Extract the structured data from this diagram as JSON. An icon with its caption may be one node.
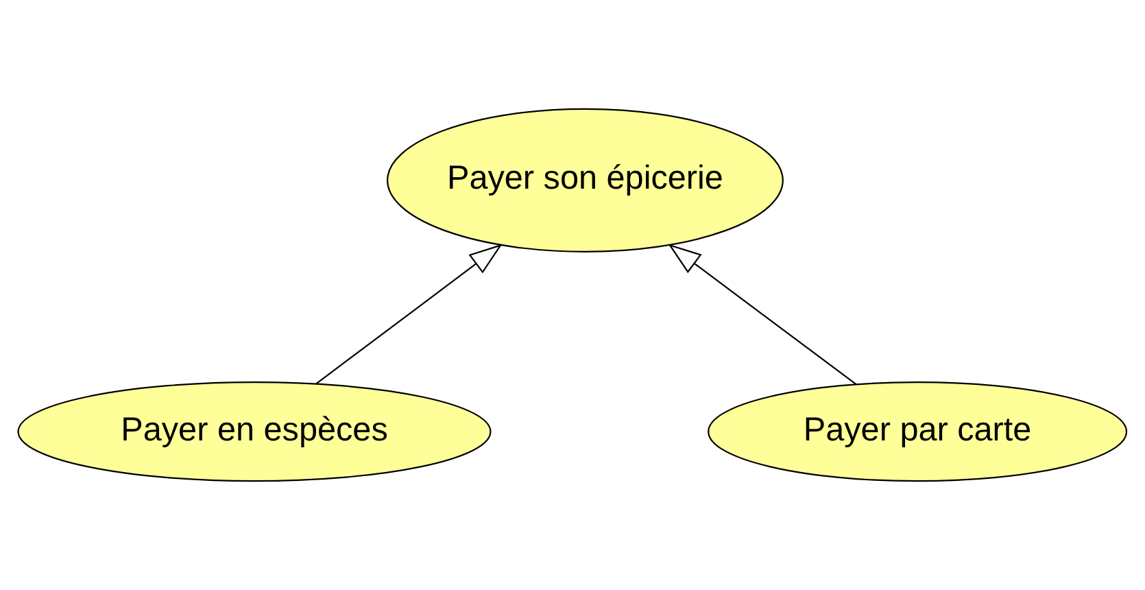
{
  "diagram": {
    "nodes": [
      {
        "text": [
          "Payer son épicerie"
        ]
      },
      {
        "text": [
          "Payer en espèces"
        ]
      },
      {
        "text": [
          "Payer par carte"
        ]
      }
    ],
    "edges": [
      {
        "from": 1,
        "to": 0,
        "arrow": "to"
      },
      {
        "from": 2,
        "to": 0,
        "arrow": "to"
      }
    ]
  }
}
